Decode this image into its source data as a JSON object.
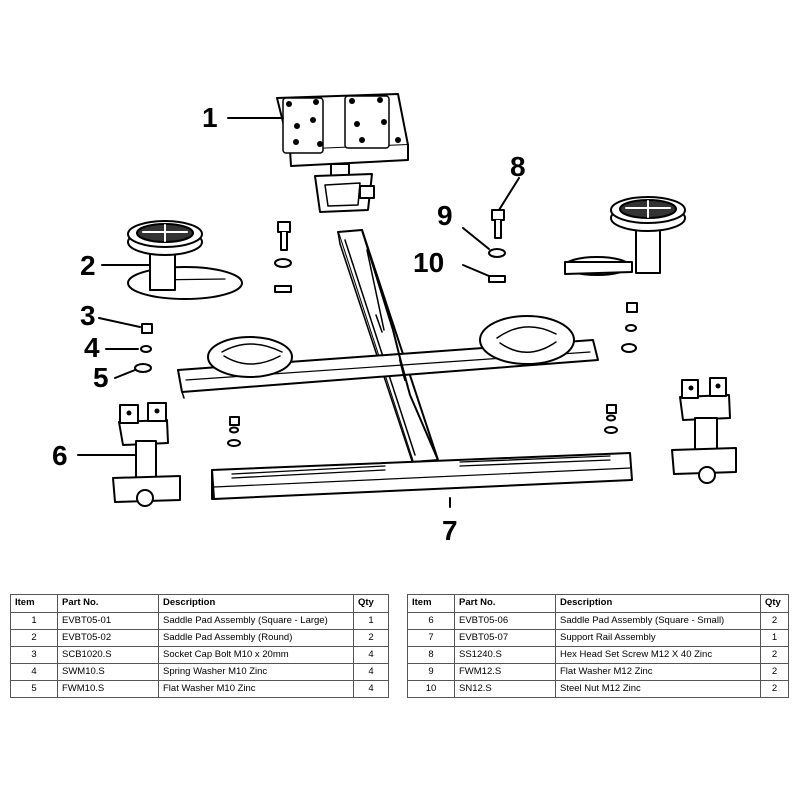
{
  "callouts": [
    "1",
    "2",
    "3",
    "4",
    "5",
    "6",
    "7",
    "8",
    "9",
    "10"
  ],
  "table_headers": {
    "item": "Item",
    "part_no": "Part No.",
    "description": "Description",
    "qty": "Qty"
  },
  "parts_left": [
    {
      "item": "1",
      "part_no": "EVBT05-01",
      "description": "Saddle Pad Assembly (Square - Large)",
      "qty": "1"
    },
    {
      "item": "2",
      "part_no": "EVBT05-02",
      "description": "Saddle Pad Assembly (Round)",
      "qty": "2"
    },
    {
      "item": "3",
      "part_no": "SCB1020.S",
      "description": "Socket Cap Bolt M10 x 20mm",
      "qty": "4"
    },
    {
      "item": "4",
      "part_no": "SWM10.S",
      "description": "Spring Washer M10 Zinc",
      "qty": "4"
    },
    {
      "item": "5",
      "part_no": "FWM10.S",
      "description": "Flat Washer M10 Zinc",
      "qty": "4"
    }
  ],
  "parts_right": [
    {
      "item": "6",
      "part_no": "EVBT05-06",
      "description": "Saddle Pad Assembly (Square - Small)",
      "qty": "2"
    },
    {
      "item": "7",
      "part_no": "EVBT05-07",
      "description": "Support Rail Assembly",
      "qty": "1"
    },
    {
      "item": "8",
      "part_no": "SS1240.S",
      "description": "Hex Head Set Screw M12 X 40 Zinc",
      "qty": "2"
    },
    {
      "item": "9",
      "part_no": "FWM12.S",
      "description": "Flat Washer M12 Zinc",
      "qty": "2"
    },
    {
      "item": "10",
      "part_no": "SN12.S",
      "description": "Steel Nut M12 Zinc",
      "qty": "2"
    }
  ]
}
